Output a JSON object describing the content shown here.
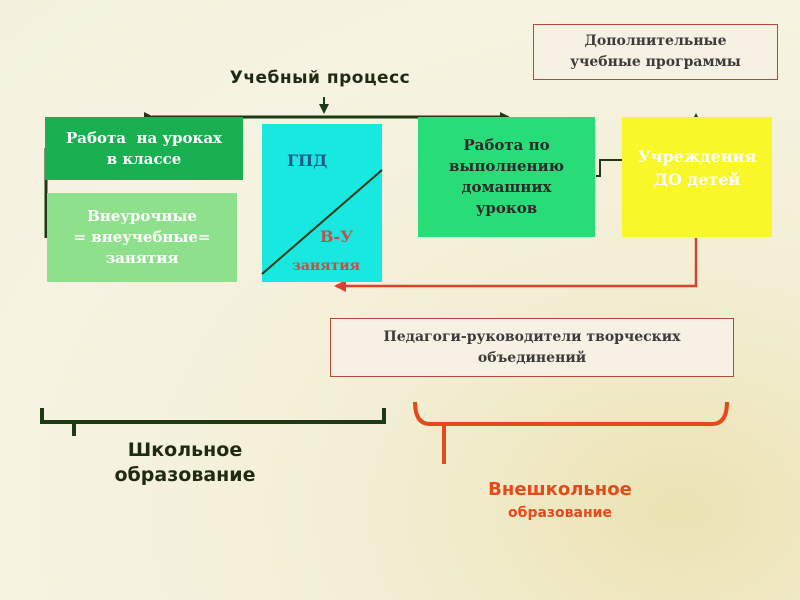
{
  "title": "Учебный процесс",
  "extra_programs": [
    "Дополнительные",
    "учебные программы"
  ],
  "lessons": [
    "Работа  на уроках",
    "в классе"
  ],
  "extracurricular": [
    "Внеурочные",
    "= внеучебные=",
    "занятия"
  ],
  "gpd": {
    "label": "ГПД",
    "vu_label": "В-У",
    "vu_sub": "занятия"
  },
  "homework": [
    "Работа по",
    "выполнению",
    "домашних",
    "уроков"
  ],
  "do_institutions": [
    "Учреждения",
    "ДО детей"
  ],
  "teachers": "Педагоги-руководители творческих объединений",
  "school_education": [
    "Школьное",
    "образование"
  ],
  "outschool_education": [
    "Внешкольное",
    "образование"
  ],
  "colors": {
    "dark_green": "#1e3a14",
    "red_orange": "#e44a1a",
    "dark_red": "#c0504d"
  }
}
